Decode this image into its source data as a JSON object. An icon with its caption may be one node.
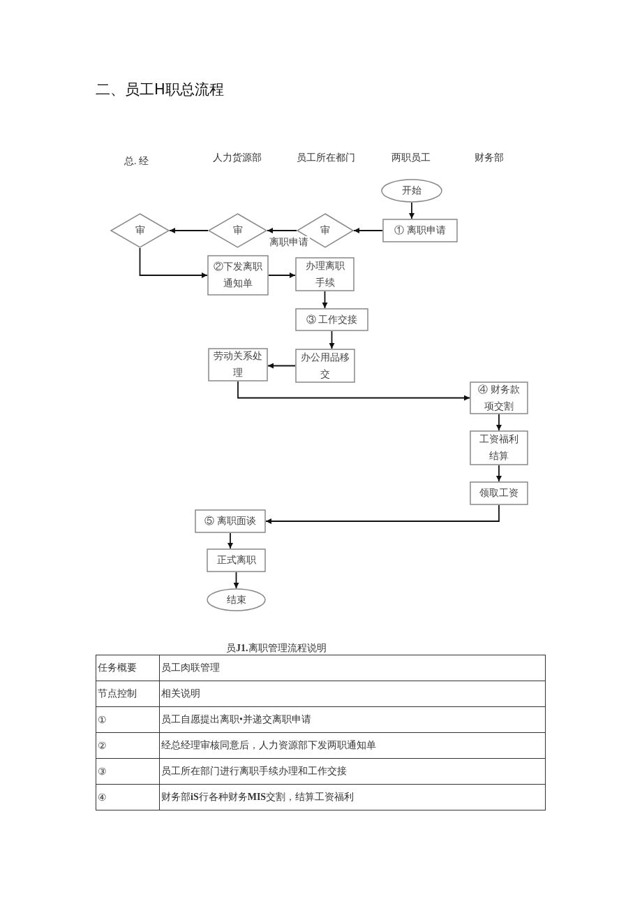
{
  "diagram": {
    "title": "二、员工H职总流程",
    "nodes": [
      {
        "text": [
          "开始"
        ]
      },
      {
        "text": [
          "① 离职申请"
        ]
      },
      {
        "text": [
          "审"
        ]
      },
      {
        "text": [
          "审"
        ]
      },
      {
        "text": [
          "审"
        ]
      },
      {
        "text": [
          "②下发离职通知单"
        ]
      },
      {
        "text": [
          "办理离职手续"
        ]
      },
      {
        "text": [
          "③ 工作交接"
        ]
      },
      {
        "text": [
          "劳动关系处理"
        ]
      },
      {
        "text": [
          "办公用品移交"
        ]
      },
      {
        "text": [
          "④ 财务款项交割"
        ]
      },
      {
        "text": [
          "工资福利结算"
        ]
      },
      {
        "text": [
          "领取工资"
        ]
      },
      {
        "text": [
          "⑤ 离职面谈"
        ]
      },
      {
        "text": [
          "正式离职"
        ]
      },
      {
        "text": [
          "结束"
        ]
      }
    ],
    "edges": [
      {
        "from": 0,
        "to": 1,
        "arrow": "to"
      },
      {
        "from": 1,
        "to": 2,
        "arrow": "to"
      },
      {
        "from": 2,
        "to": 3,
        "arrow": "to",
        "label": "离职申请"
      },
      {
        "from": 3,
        "to": 4,
        "arrow": "to"
      },
      {
        "from": 4,
        "to": 5,
        "arrow": "to"
      },
      {
        "from": 5,
        "to": 6,
        "arrow": "to"
      },
      {
        "from": 6,
        "to": 7,
        "arrow": "to"
      },
      {
        "from": 7,
        "to": 9,
        "arrow": "to"
      },
      {
        "from": 9,
        "to": 8,
        "arrow": "to"
      },
      {
        "from": 8,
        "to": 10,
        "arrow": "to"
      },
      {
        "from": 10,
        "to": 11,
        "arrow": "to"
      },
      {
        "from": 11,
        "to": 12,
        "arrow": "to"
      },
      {
        "from": 12,
        "to": 13,
        "arrow": "to"
      },
      {
        "from": 13,
        "to": 14,
        "arrow": "to"
      },
      {
        "from": 14,
        "to": 15,
        "arrow": "to"
      }
    ],
    "labels": [
      "总. 经",
      "人力货源部",
      "员工所在都门",
      "两职员工",
      "财务部",
      "员**J1.**离职管理流程说明",
      "任务概要",
      "员工肉联管理",
      "节点控制",
      "相关说明",
      "①",
      "员工自愿提出离职•并递交离职申请",
      "②",
      "经总经理审核同意后，人力资源部下发两职通知单",
      "③",
      "员工所在部门进行离职手续办理和工作交接",
      "④",
      "财务部**iS**行各种财务**MIS**交割，结算工资福利"
    ]
  }
}
